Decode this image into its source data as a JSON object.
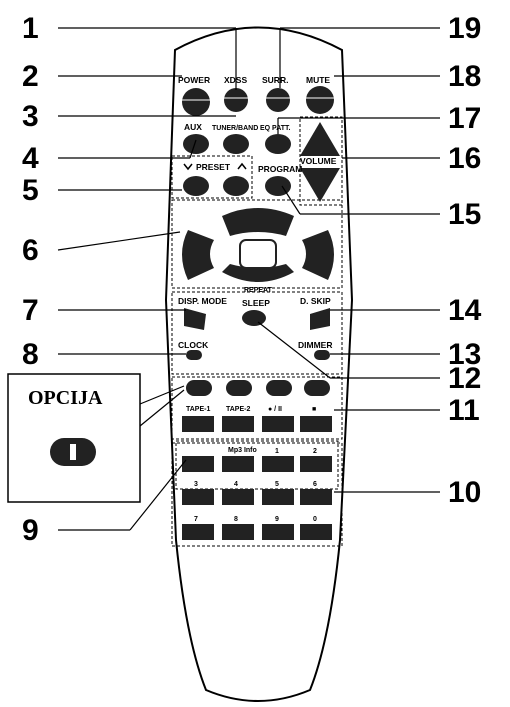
{
  "callouts_left": [
    "1",
    "2",
    "3",
    "4",
    "5",
    "6",
    "7",
    "8",
    "9"
  ],
  "callouts_right": [
    "19",
    "18",
    "17",
    "16",
    "15",
    "14",
    "13",
    "12",
    "11",
    "10"
  ],
  "inset": {
    "title": "OPCIJA"
  },
  "buttons": {
    "power": "POWER",
    "xbss": "XDSS",
    "surr": "SURR.",
    "mute": "MUTE",
    "aux": "AUX",
    "tuner_band": "TUNER/BAND",
    "eq_patt": "EQ PATT.",
    "preset": "PRESET",
    "program": "PROGRAM",
    "volume": "VOLUME",
    "repeat": "REPEAT",
    "disp_mode": "DISP. MODE",
    "sleep": "SLEEP",
    "d_skip": "D. SKIP",
    "clock": "CLOCK",
    "dimmer": "DIMMER",
    "tape1": "TAPE-1",
    "tape2": "TAPE-2",
    "play_pause": "● / II",
    "stop": "■",
    "mp3_info": "Mp3 Info",
    "numbers": [
      "1",
      "2",
      "3",
      "4",
      "5",
      "6",
      "7",
      "8",
      "9",
      "0"
    ]
  }
}
